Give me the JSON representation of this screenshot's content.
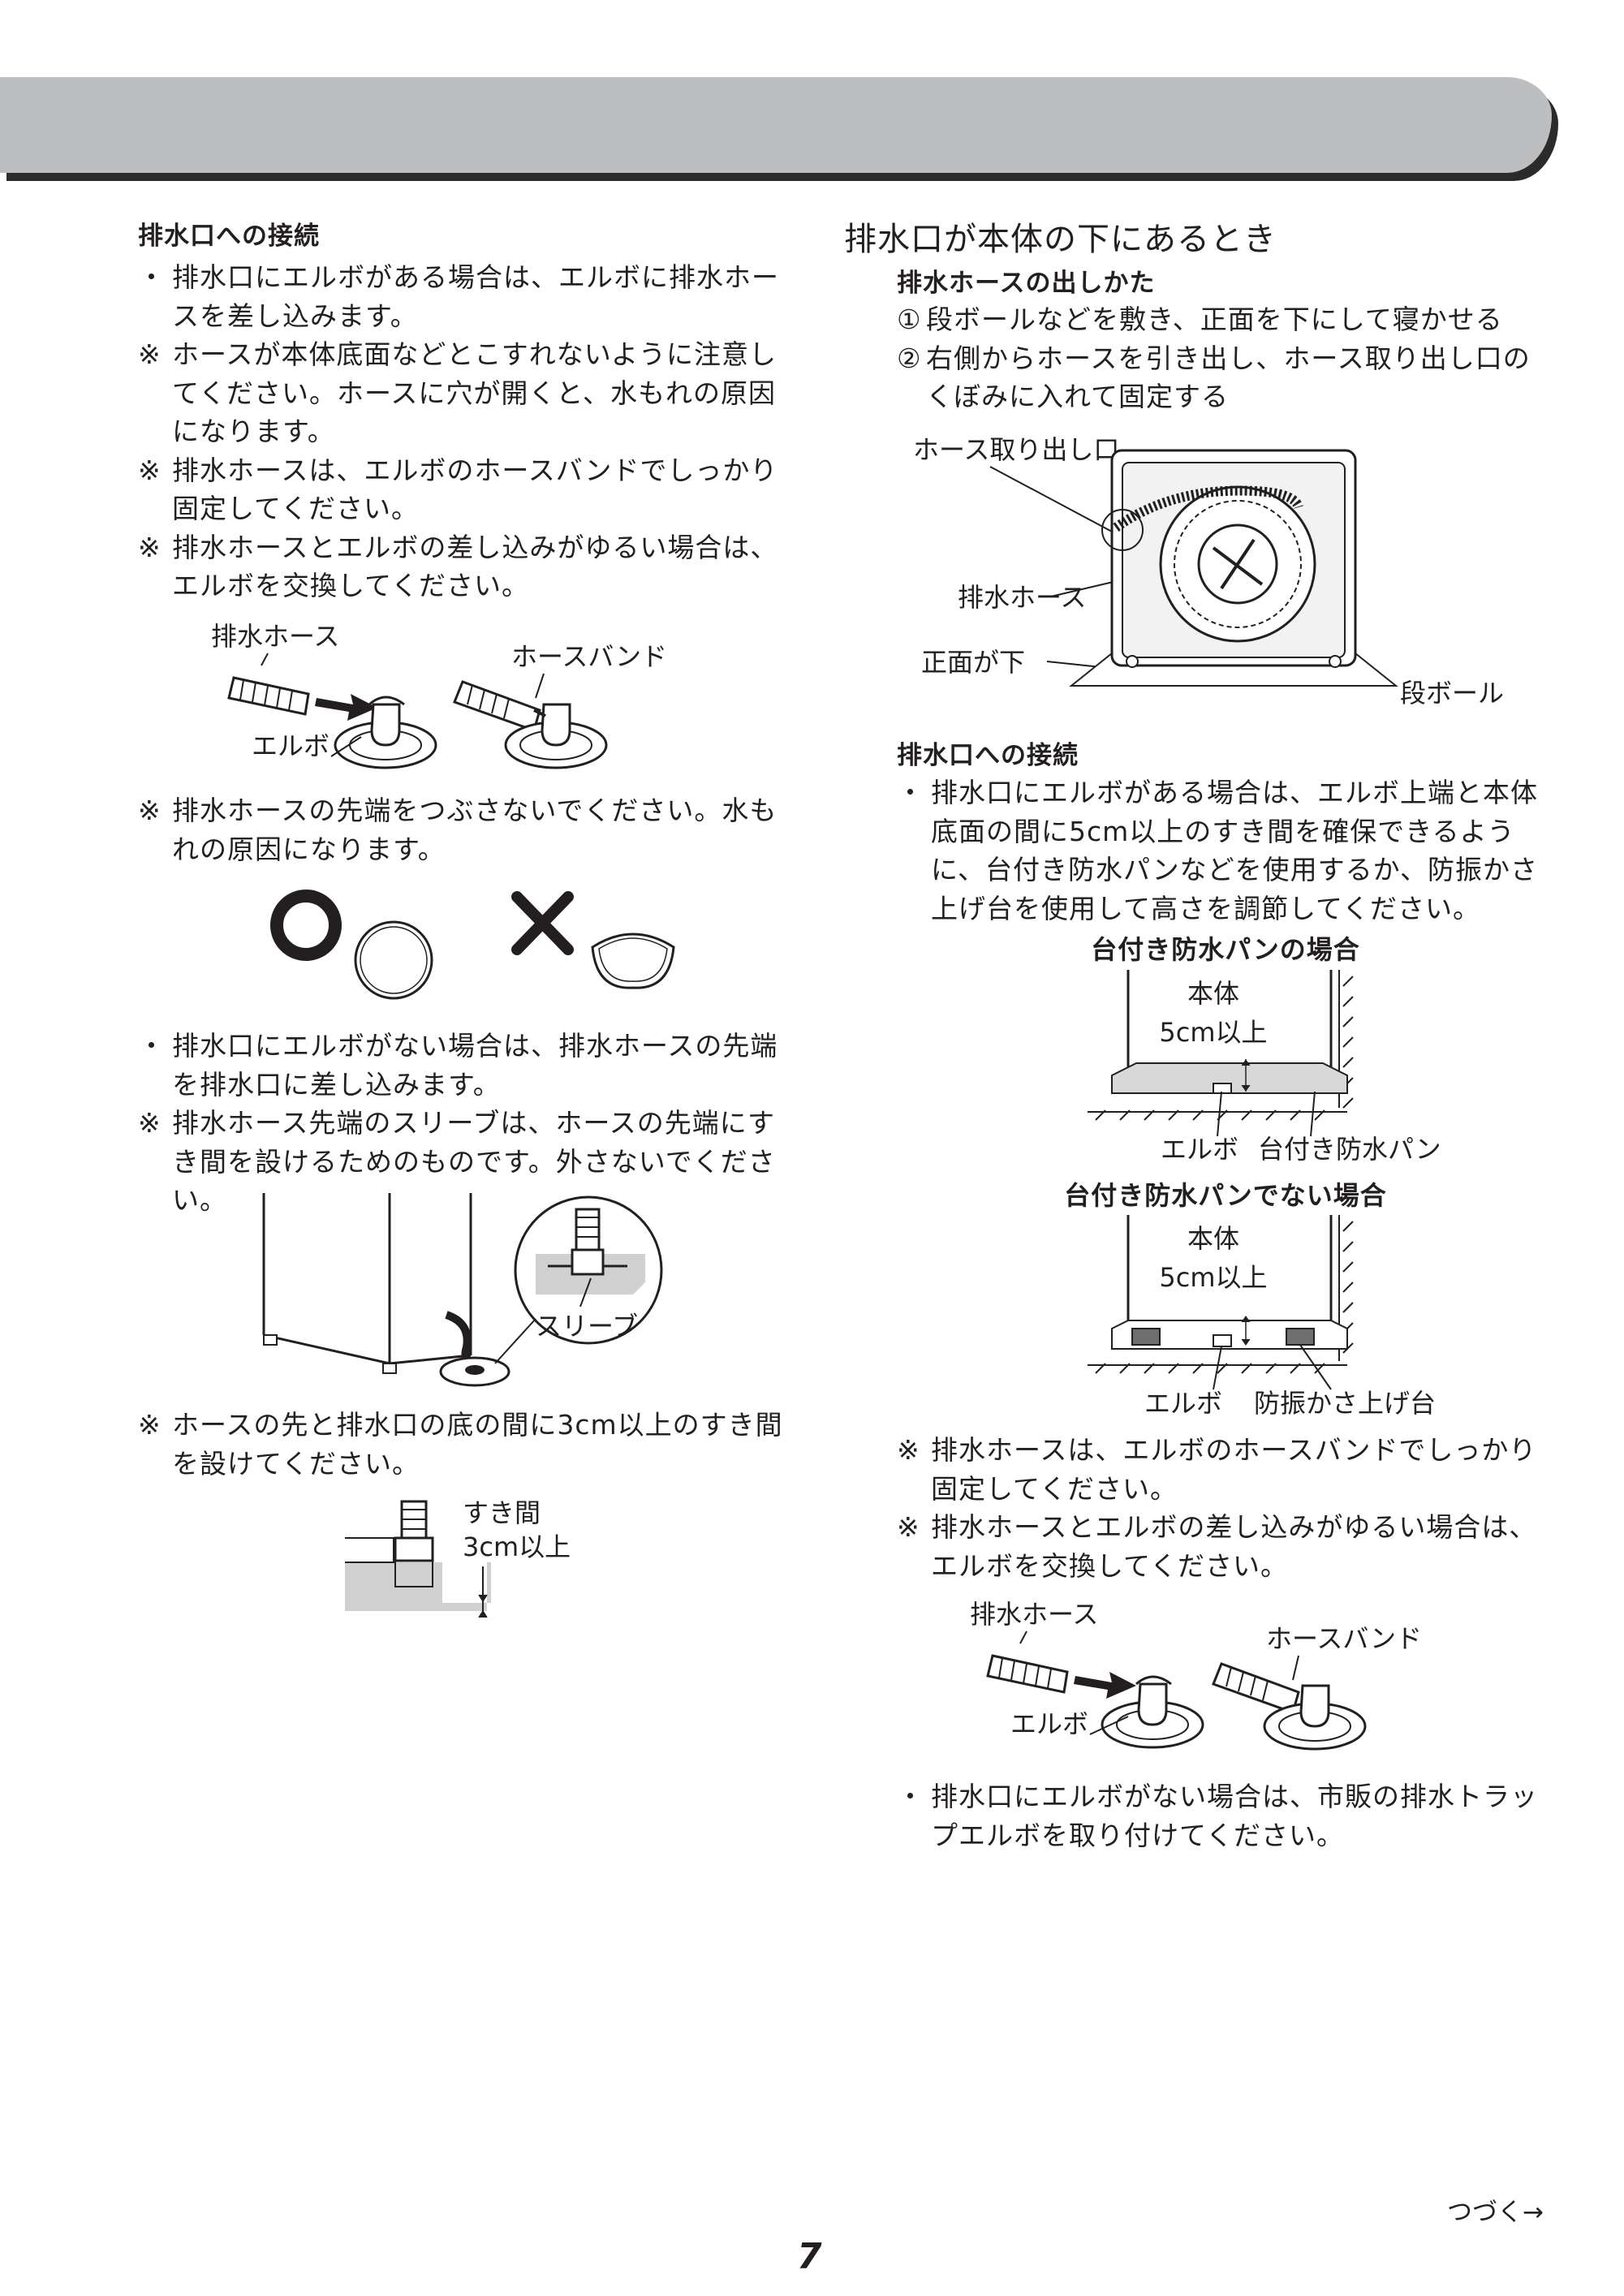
{
  "left": {
    "heading": "排水口への接続",
    "items1": [
      {
        "mark": "・",
        "text": "排水口にエルボがある場合は、エルボに排水ホースを差し込みます。"
      },
      {
        "mark": "※",
        "text": "ホースが本体底面などとこすれないように注意してください。ホースに穴が開くと、水もれの原因になります。"
      },
      {
        "mark": "※",
        "text": "排水ホースは、エルボのホースバンドでしっかり固定してください。"
      },
      {
        "mark": "※",
        "text": "排水ホースとエルボの差し込みがゆるい場合は、エルボを交換してください。"
      }
    ],
    "fig1": {
      "hose": "排水ホース",
      "band": "ホースバンド",
      "elbow": "エルボ"
    },
    "item2": {
      "mark": "※",
      "text": "排水ホースの先端をつぶさないでください。水もれの原因になります。"
    },
    "items3": [
      {
        "mark": "・",
        "text": "排水口にエルボがない場合は、排水ホースの先端を排水口に差し込みます。"
      },
      {
        "mark": "※",
        "text": "排水ホース先端のスリーブは、ホースの先端にすき間を設けるためのものです。外さないでください。"
      }
    ],
    "fig3": {
      "sleeve": "スリーブ"
    },
    "item4": {
      "mark": "※",
      "text": "ホースの先と排水口の底の間に3cm以上のすき間を設けてください。"
    },
    "fig4": {
      "gap1": "すき間",
      "gap2": "3cm以上"
    }
  },
  "right": {
    "title": "排水口が本体の下にあるとき",
    "sub1": "排水ホースの出しかた",
    "steps": [
      {
        "mark": "①",
        "text": "段ボールなどを敷き、正面を下にして寝かせる"
      },
      {
        "mark": "②",
        "text": "右側からホースを引き出し、ホース取り出し口のくぼみに入れて固定する"
      }
    ],
    "fig5": {
      "outlet": "ホース取り出し口",
      "hose": "排水ホース",
      "front": "正面が下",
      "cardboard": "段ボール"
    },
    "sub2": "排水口への接続",
    "item1": {
      "mark": "・",
      "text": "排水口にエルボがある場合は、エルボ上端と本体底面の間に5cm以上のすき間を確保できるように、台付き防水パンなどを使用するか、防振かさ上げ台を使用して高さを調節してください。"
    },
    "caseA": {
      "title": "台付き防水パンの場合",
      "body": "本体",
      "gap": "5cm以上",
      "elbow": "エルボ",
      "pan": "台付き防水パン"
    },
    "caseB": {
      "title": "台付き防水パンでない場合",
      "body": "本体",
      "gap": "5cm以上",
      "elbow": "エルボ",
      "riser": "防振かさ上げ台"
    },
    "items2": [
      {
        "mark": "※",
        "text": "排水ホースは、エルボのホースバンドでしっかり固定してください。"
      },
      {
        "mark": "※",
        "text": "排水ホースとエルボの差し込みがゆるい場合は、エルボを交換してください。"
      }
    ],
    "fig7": {
      "hose": "排水ホース",
      "band": "ホースバンド",
      "elbow": "エルボ"
    },
    "item3": {
      "mark": "・",
      "text": "排水口にエルボがない場合は、市販の排水トラップエルボを取り付けてください。"
    }
  },
  "footer": {
    "continue": "つづく→",
    "page": "7"
  }
}
